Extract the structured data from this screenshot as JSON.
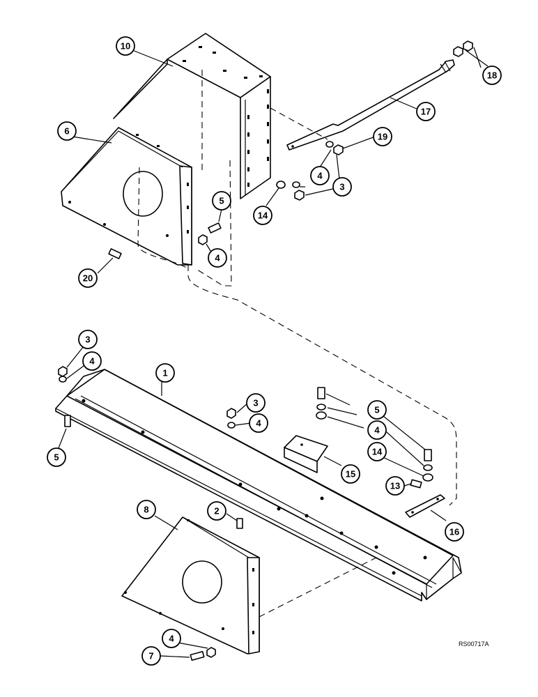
{
  "figure_code": "RS00717A",
  "callouts": [
    {
      "id": "c10",
      "label": "10"
    },
    {
      "id": "c6",
      "label": "6"
    },
    {
      "id": "c18",
      "label": "18"
    },
    {
      "id": "c17",
      "label": "17"
    },
    {
      "id": "c19",
      "label": "19"
    },
    {
      "id": "c4a",
      "label": "4"
    },
    {
      "id": "c3a",
      "label": "3"
    },
    {
      "id": "c14a",
      "label": "14"
    },
    {
      "id": "c5a",
      "label": "5"
    },
    {
      "id": "c4b",
      "label": "4"
    },
    {
      "id": "c20",
      "label": "20"
    },
    {
      "id": "c3b",
      "label": "3"
    },
    {
      "id": "c4c",
      "label": "4"
    },
    {
      "id": "c1",
      "label": "1"
    },
    {
      "id": "c3c",
      "label": "3"
    },
    {
      "id": "c4d",
      "label": "4"
    },
    {
      "id": "c5b",
      "label": "5"
    },
    {
      "id": "c5c",
      "label": "5"
    },
    {
      "id": "c4e",
      "label": "4"
    },
    {
      "id": "c14b",
      "label": "14"
    },
    {
      "id": "c15",
      "label": "15"
    },
    {
      "id": "c13",
      "label": "13"
    },
    {
      "id": "c16",
      "label": "16"
    },
    {
      "id": "c8",
      "label": "8"
    },
    {
      "id": "c2",
      "label": "2"
    },
    {
      "id": "c4f",
      "label": "4"
    },
    {
      "id": "c7",
      "label": "7"
    }
  ]
}
